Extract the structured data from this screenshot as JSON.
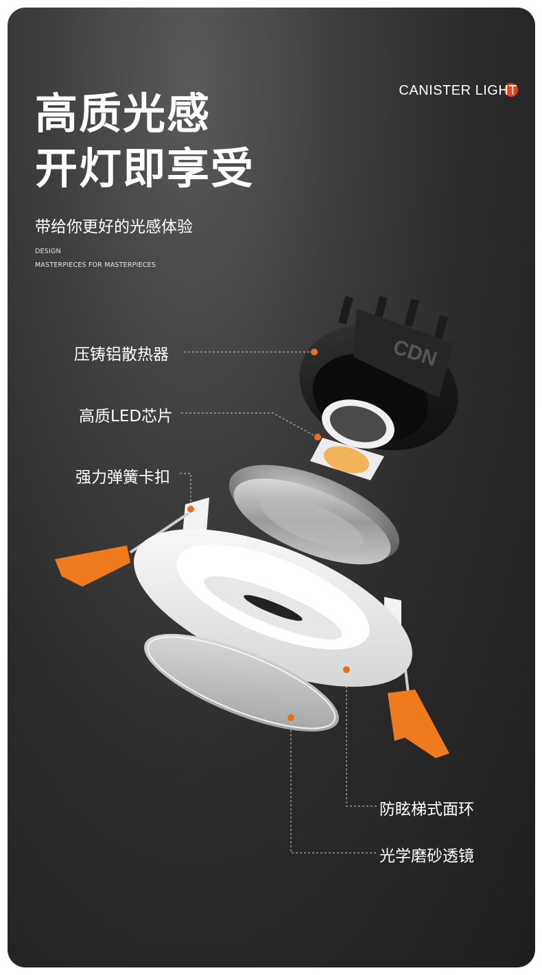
{
  "brand": {
    "text": "CANISTER LIGHT",
    "accent_color": "#e8401c"
  },
  "headline": {
    "line1": "高质光感",
    "line2": "开灯即享受"
  },
  "subtitle": "带给你更好的光感体验",
  "tagline": {
    "line1": "DESIGN",
    "line2": "MASTERPIECES FOR MASTERPIECES"
  },
  "product_mark": "CDN",
  "callouts": [
    {
      "label": "压铸铝散热器"
    },
    {
      "label": "高质LED芯片"
    },
    {
      "label": "强力弹簧卡扣"
    },
    {
      "label": "防眩梯式面环"
    },
    {
      "label": "光学磨砂透镜"
    }
  ],
  "colors": {
    "marker": "#e8701c",
    "clip": "#f07a1e",
    "background": "#2c2c2c"
  }
}
